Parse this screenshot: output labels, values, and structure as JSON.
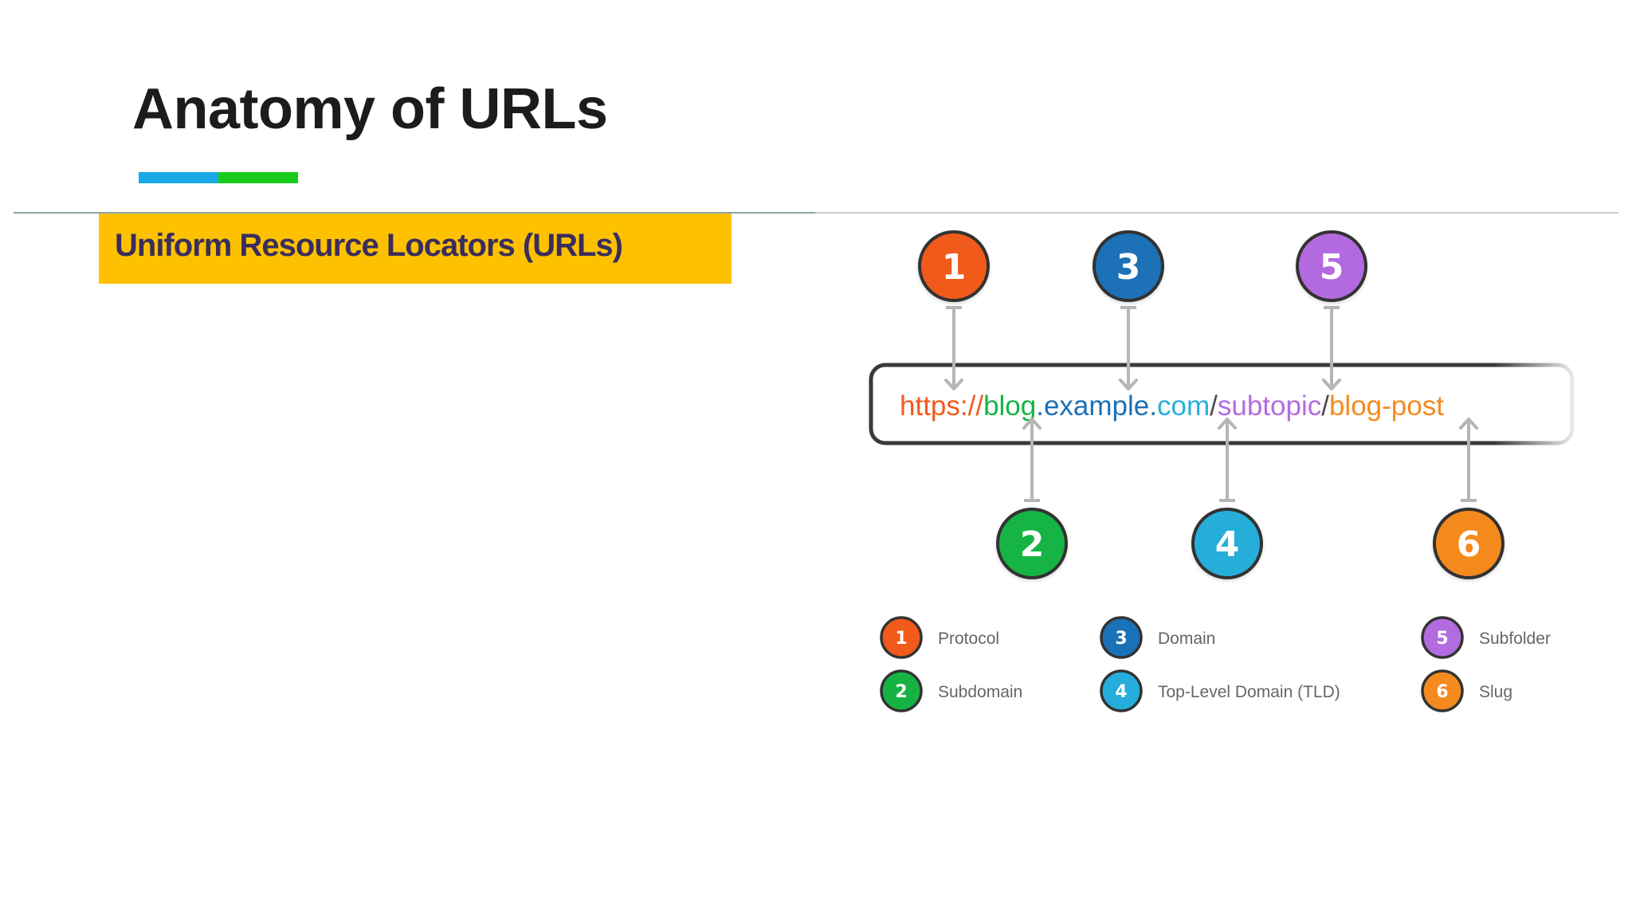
{
  "slide": {
    "title": "Anatomy of URLs",
    "subtitle": "Uniform Resource Locators (URLs)",
    "accent_colors": [
      "#18a9e6",
      "#17cc1d"
    ],
    "subtitle_bg": "#fdc100"
  },
  "url_parts": [
    {
      "text": "https://",
      "color": "#f25a1c",
      "marker": null
    },
    {
      "text": "blog",
      "color": "#16b344",
      "marker": null
    },
    {
      "text": ".",
      "color": "#1b71b7",
      "marker": null
    },
    {
      "text": "example",
      "color": "#1b71b7",
      "marker": null
    },
    {
      "text": ".",
      "color": "#1b71b7",
      "marker": null
    },
    {
      "text": "com",
      "color": "#25aedb",
      "marker": null
    },
    {
      "text": "/",
      "color": "#4a4a4a",
      "marker": null
    },
    {
      "text": "subtopic",
      "color": "#b36be0",
      "marker": null
    },
    {
      "text": "/",
      "color": "#4a4a4a",
      "marker": null
    },
    {
      "text": "blog-post",
      "color": "#f58a1f",
      "marker": null
    }
  ],
  "markers": [
    {
      "number": "1",
      "label": "Protocol",
      "color": "#f25a1c",
      "position": "top"
    },
    {
      "number": "2",
      "label": "Subdomain",
      "color": "#16b344",
      "position": "bottom"
    },
    {
      "number": "3",
      "label": "Domain",
      "color": "#1b71b7",
      "position": "top"
    },
    {
      "number": "4",
      "label": "Top-Level Domain (TLD)",
      "color": "#25aedb",
      "position": "bottom"
    },
    {
      "number": "5",
      "label": "Subfolder",
      "color": "#b36be0",
      "position": "top"
    },
    {
      "number": "6",
      "label": "Slug",
      "color": "#f58a1f",
      "position": "bottom"
    }
  ]
}
